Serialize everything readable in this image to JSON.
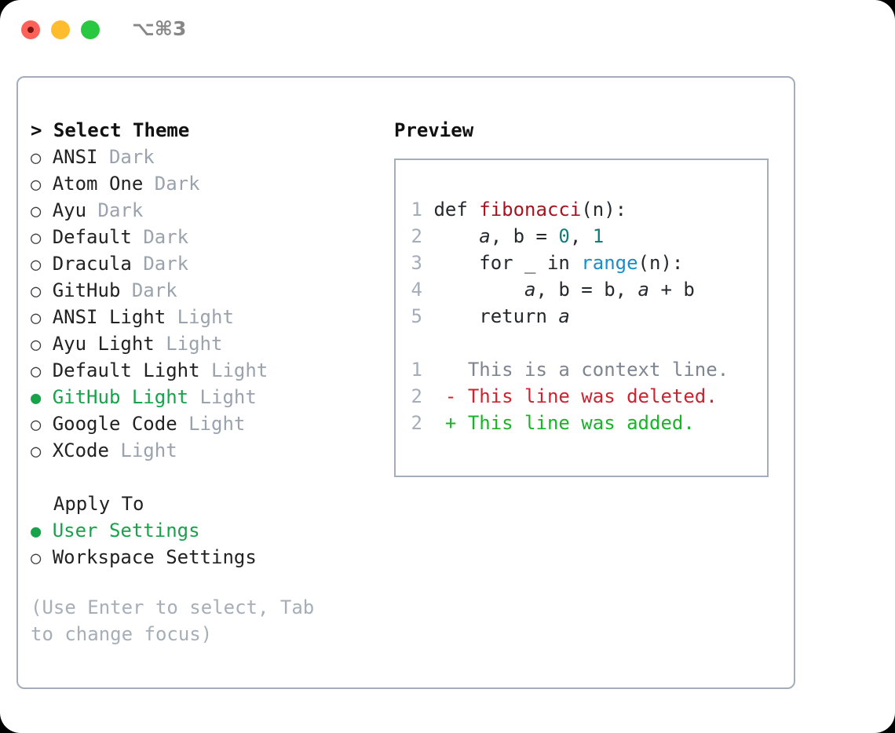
{
  "titlebar": {
    "traffic_lights": [
      "close-red",
      "minimize-yellow",
      "zoom-green"
    ],
    "shortcut": "⌥⌘3"
  },
  "left_panel": {
    "theme_section": {
      "caret": ">",
      "title": "Select Theme",
      "bullet_unselected": "○",
      "bullet_selected": "●",
      "items": [
        {
          "name": "ANSI",
          "kind": "Dark",
          "selected": false
        },
        {
          "name": "Atom One",
          "kind": "Dark",
          "selected": false
        },
        {
          "name": "Ayu",
          "kind": "Dark",
          "selected": false
        },
        {
          "name": "Default",
          "kind": "Dark",
          "selected": false
        },
        {
          "name": "Dracula",
          "kind": "Dark",
          "selected": false
        },
        {
          "name": "GitHub",
          "kind": "Dark",
          "selected": false
        },
        {
          "name": "ANSI Light",
          "kind": "Light",
          "selected": false
        },
        {
          "name": "Ayu Light",
          "kind": "Light",
          "selected": false
        },
        {
          "name": "Default Light",
          "kind": "Light",
          "selected": false
        },
        {
          "name": "GitHub Light",
          "kind": "Light",
          "selected": true
        },
        {
          "name": "Google Code",
          "kind": "Light",
          "selected": false
        },
        {
          "name": "XCode",
          "kind": "Light",
          "selected": false
        }
      ]
    },
    "apply_section": {
      "title": "Apply To",
      "items": [
        {
          "name": "User Settings",
          "selected": true
        },
        {
          "name": "Workspace Settings",
          "selected": false
        }
      ]
    },
    "hint": "(Use Enter to select, Tab to change focus)"
  },
  "right_panel": {
    "title": "Preview",
    "code_lines": [
      {
        "num": "1",
        "tokens": [
          {
            "t": "def ",
            "c": "plain"
          },
          {
            "t": "fibonacci",
            "c": "func"
          },
          {
            "t": "(n):",
            "c": "plain"
          }
        ]
      },
      {
        "num": "2",
        "tokens": [
          {
            "t": "    ",
            "c": "plain"
          },
          {
            "t": "a",
            "c": "var"
          },
          {
            "t": ", b = ",
            "c": "plain"
          },
          {
            "t": "0",
            "c": "num"
          },
          {
            "t": ", ",
            "c": "plain"
          },
          {
            "t": "1",
            "c": "num"
          }
        ]
      },
      {
        "num": "3",
        "tokens": [
          {
            "t": "    for _ in ",
            "c": "plain"
          },
          {
            "t": "range",
            "c": "builtin"
          },
          {
            "t": "(n):",
            "c": "plain"
          }
        ]
      },
      {
        "num": "4",
        "tokens": [
          {
            "t": "        ",
            "c": "plain"
          },
          {
            "t": "a",
            "c": "var"
          },
          {
            "t": ", b = b, ",
            "c": "plain"
          },
          {
            "t": "a",
            "c": "var"
          },
          {
            "t": " + b",
            "c": "plain"
          }
        ]
      },
      {
        "num": "5",
        "tokens": [
          {
            "t": "    return ",
            "c": "plain"
          },
          {
            "t": "a",
            "c": "var"
          }
        ]
      }
    ],
    "diff_lines": [
      {
        "num": "1",
        "marker": "  ",
        "text": "This is a context line.",
        "kind": "context"
      },
      {
        "num": "2",
        "marker": "- ",
        "text": "This line was deleted.",
        "kind": "deleted"
      },
      {
        "num": "2",
        "marker": "+ ",
        "text": "This line was added.",
        "kind": "added"
      }
    ]
  },
  "colors": {
    "accent_green": "#16a34a",
    "muted_gray": "#9aa3ad",
    "border": "#a3adbb",
    "func_red": "#a31621",
    "number_teal": "#0d7f78",
    "builtin_blue": "#1a8cc8",
    "diff_deleted": "#cf222e",
    "diff_added": "#18b328",
    "traffic_red": "#ff6159",
    "traffic_yellow": "#ffbd2e",
    "traffic_green": "#28c840"
  }
}
